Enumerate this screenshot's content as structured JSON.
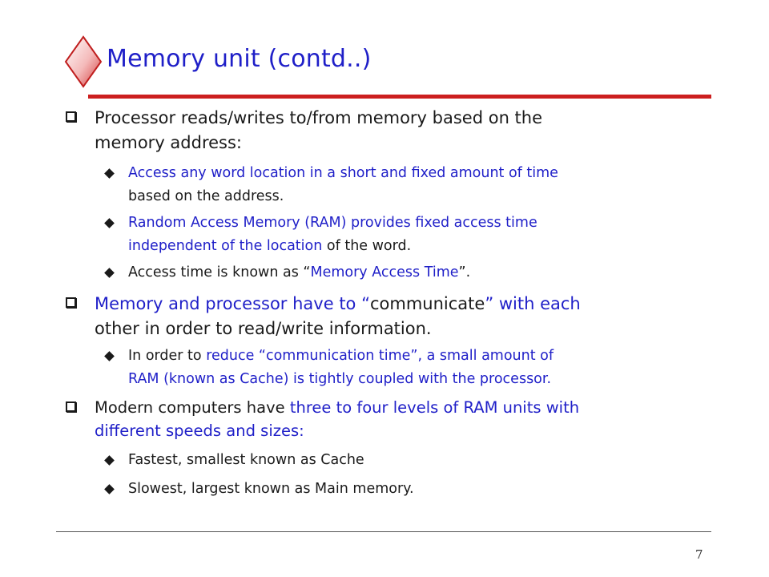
{
  "slide": {
    "title": "Memory unit (contd..)",
    "page_number": "7",
    "colors": {
      "title": "#1f1fc8",
      "rule": "#cc1f1f",
      "text": "#1a1a1a",
      "highlight": "#1f1fc8"
    },
    "bullets": [
      {
        "line1": "Processor reads/writes to/from memory based on the",
        "line2": "memory address:",
        "sub": [
          {
            "line1": "Access any word location in a short and fixed amount of time",
            "line2": "based on the address."
          },
          {
            "line1_blue": "Random Access Memory (RAM) provides fixed access time",
            "line2_blue": "independent of the location",
            "line2_rest": " of the word."
          },
          {
            "pre": "Access time is known as “",
            "blue": "Memory Access Time",
            "post": "”."
          }
        ]
      },
      {
        "line1_blue_a": "Memory and processor have to “",
        "line1_black": "communicate",
        "line1_blue_b": "” with each",
        "line2": "other in order to read/write information.",
        "sub": [
          {
            "pre": "In order to ",
            "blue1": "reduce “communication time”, a small amount of",
            "line2_blue": "RAM (known as Cache) is tightly coupled with the processor."
          }
        ]
      },
      {
        "pre": "Modern computers have ",
        "blue1": "three to four levels of RAM units with",
        "line2_blue": "different speeds and sizes:",
        "sub": [
          {
            "text": "Fastest, smallest known as Cache"
          },
          {
            "text": "Slowest, largest known as Main memory."
          }
        ]
      }
    ]
  }
}
